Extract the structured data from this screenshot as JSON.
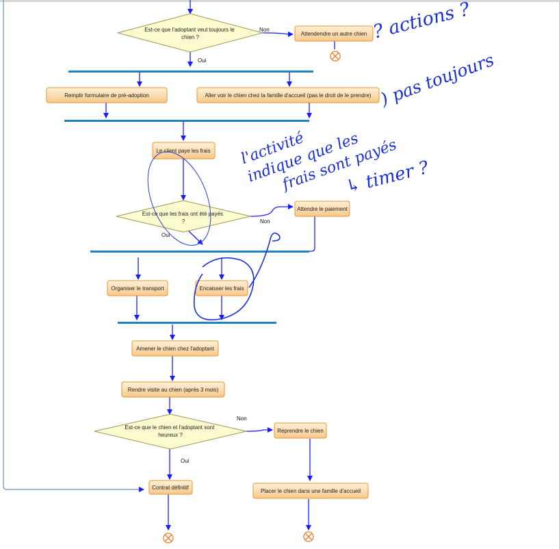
{
  "colors": {
    "edge": "#1a1aff",
    "swim": "#1f82c4",
    "box_fill_top": "#fff2db",
    "box_fill_bottom": "#f6c889",
    "box_stroke": "#e6952e",
    "decision_fill": "#fbfbcf",
    "decision_stroke": "#9a9a56",
    "end_color": "#f07a27",
    "note_color": "#1a2fd6",
    "loop_line": "#6b8fb8"
  },
  "decisions": {
    "veut_toujours": "Est-ce que l'adoptant veut toujours le chien ?",
    "frais_payes": "Est-ce que les frais ont été payés ?",
    "heureux": "Est-ce que le chien et l'adoptant sont heureux ?"
  },
  "actions": {
    "attendre_chien": "Attendendre un autre chien",
    "remplir": "Remplir formulaire de pré-adoption",
    "aller_voir": "Aller voir le chien chez la famille d'accueil (pas le droit de le prendre)",
    "client_paye": "Le client paye les frais",
    "attendre_paiement": "Attendre le paiement",
    "organiser": "Organiser le transport",
    "encaisser": "Encaisser les frais",
    "amener": "Amener le chien chez l'adoptant",
    "rendre_visite": "Rendre visite au chien (après 3 mois)",
    "reprendre": "Reprendre le chien",
    "contrat": "Contrat définitif",
    "placer": "Placer le chien dans une famille d'accueil"
  },
  "edge_labels": {
    "non_1": "Non",
    "oui_1": "Oui",
    "non_2": "Non",
    "oui_2": "Oui",
    "non_3": "Non",
    "oui_3": "Oui"
  },
  "handwritten": {
    "note_actions": "? actions ?",
    "note_pas_toujours": ") pas toujours",
    "note_activite": [
      "l'activité",
      "indique que les",
      "frais sont payés"
    ],
    "note_timer": "↳ timer ?"
  }
}
